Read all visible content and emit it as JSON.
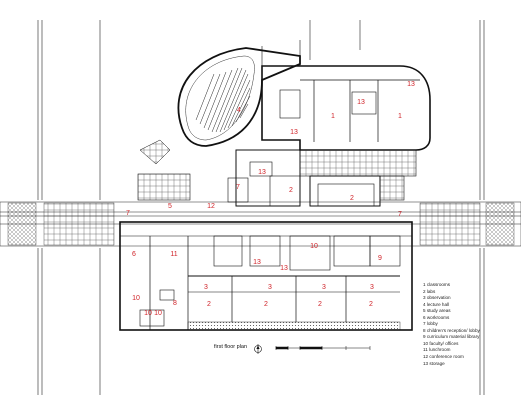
{
  "caption": "first floor plan",
  "room_labels": [
    "1",
    "2",
    "3",
    "4",
    "5",
    "6",
    "7",
    "8",
    "9",
    "10",
    "11",
    "12",
    "13"
  ],
  "legend": [
    "1 classrooms",
    "2 labs",
    "3 observation",
    "4 lecture hall",
    "5 study areas",
    "6 workrooms",
    "7 lobby",
    "8 children's reception/ lobby",
    "9 curriculum material library",
    "10 faculty/ offices",
    "11 lunchroom",
    "12 conference room",
    "13 storage"
  ],
  "colors": {
    "line": "#1a1a1a",
    "label": "#d0242a",
    "hatch": "#555555"
  },
  "icons": {
    "north_arrow": "north-arrow-icon",
    "scale_bar": "scale-bar-icon"
  }
}
